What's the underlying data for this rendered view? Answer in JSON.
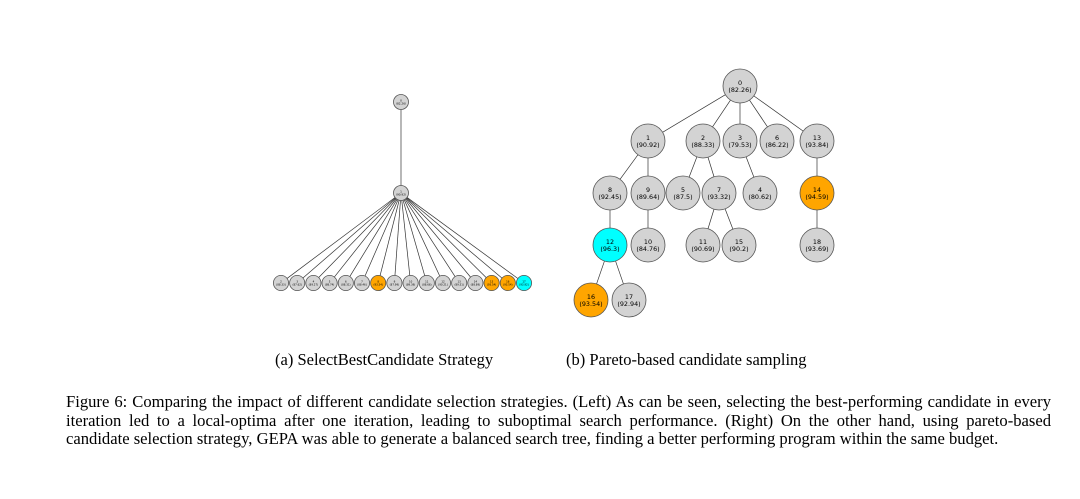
{
  "colors": {
    "default": "#d3d3d3",
    "orange": "#ffa500",
    "cyan": "#00ffff",
    "stroke": "#555555",
    "edge": "#333333"
  },
  "left_tree": {
    "caption": "(a) SelectBestCandidate Strategy",
    "root": {
      "id": "0",
      "score": "82.26",
      "color": "default"
    },
    "middle": {
      "id": "1",
      "score": "90.92",
      "color": "default"
    },
    "leaves": [
      {
        "id": "2",
        "score": "88.33",
        "color": "default"
      },
      {
        "id": "3",
        "score": "87.62",
        "color": "default"
      },
      {
        "id": "4",
        "score": "89.27",
        "color": "default"
      },
      {
        "id": "5",
        "score": "88.74",
        "color": "default"
      },
      {
        "id": "6",
        "score": "88.31",
        "color": "default"
      },
      {
        "id": "7",
        "score": "88.46",
        "color": "default"
      },
      {
        "id": "8",
        "score": "93.54",
        "color": "orange"
      },
      {
        "id": "9",
        "score": "87.99",
        "color": "default"
      },
      {
        "id": "10",
        "score": "89.39",
        "color": "default"
      },
      {
        "id": "11",
        "score": "88.66",
        "color": "default"
      },
      {
        "id": "12",
        "score": "90.21",
        "color": "default"
      },
      {
        "id": "13",
        "score": "89.51",
        "color": "default"
      },
      {
        "id": "14",
        "score": "88.89",
        "color": "default"
      },
      {
        "id": "15",
        "score": "93.54",
        "color": "orange"
      },
      {
        "id": "16",
        "score": "93.54",
        "color": "orange"
      },
      {
        "id": "17",
        "score": "93.92",
        "color": "cyan"
      }
    ]
  },
  "right_tree": {
    "caption": "(b) Pareto-based candidate sampling",
    "nodes": [
      {
        "id": "0",
        "score": "82.26",
        "color": "default"
      },
      {
        "id": "1",
        "score": "90.92",
        "color": "default"
      },
      {
        "id": "2",
        "score": "88.33",
        "color": "default"
      },
      {
        "id": "3",
        "score": "79.53",
        "color": "default"
      },
      {
        "id": "6",
        "score": "86.22",
        "color": "default"
      },
      {
        "id": "13",
        "score": "93.84",
        "color": "default"
      },
      {
        "id": "8",
        "score": "92.45",
        "color": "default"
      },
      {
        "id": "9",
        "score": "89.64",
        "color": "default"
      },
      {
        "id": "5",
        "score": "87.5",
        "color": "default"
      },
      {
        "id": "7",
        "score": "93.32",
        "color": "default"
      },
      {
        "id": "4",
        "score": "80.62",
        "color": "default"
      },
      {
        "id": "14",
        "score": "94.59",
        "color": "orange"
      },
      {
        "id": "12",
        "score": "96.3",
        "color": "cyan"
      },
      {
        "id": "10",
        "score": "84.76",
        "color": "default"
      },
      {
        "id": "11",
        "score": "90.69",
        "color": "default"
      },
      {
        "id": "15",
        "score": "90.2",
        "color": "default"
      },
      {
        "id": "18",
        "score": "93.69",
        "color": "default"
      },
      {
        "id": "16",
        "score": "93.54",
        "color": "orange"
      },
      {
        "id": "17",
        "score": "92.94",
        "color": "default"
      }
    ],
    "edges": [
      [
        "0",
        "1"
      ],
      [
        "0",
        "2"
      ],
      [
        "0",
        "3"
      ],
      [
        "0",
        "6"
      ],
      [
        "0",
        "13"
      ],
      [
        "1",
        "8"
      ],
      [
        "1",
        "9"
      ],
      [
        "2",
        "5"
      ],
      [
        "2",
        "7"
      ],
      [
        "3",
        "4"
      ],
      [
        "13",
        "14"
      ],
      [
        "8",
        "12"
      ],
      [
        "9",
        "10"
      ],
      [
        "7",
        "11"
      ],
      [
        "7",
        "15"
      ],
      [
        "14",
        "18"
      ],
      [
        "12",
        "16"
      ],
      [
        "12",
        "17"
      ]
    ]
  },
  "figure_caption": "Figure 6: Comparing the impact of different candidate selection strategies. (Left) As can be seen, selecting the best-performing candidate in every iteration led to a local-optima after one iteration, leading to suboptimal search performance. (Right) On the other hand, using pareto-based candidate selection strategy, GEPA was able to generate a balanced search tree, finding a better performing program within the same budget."
}
